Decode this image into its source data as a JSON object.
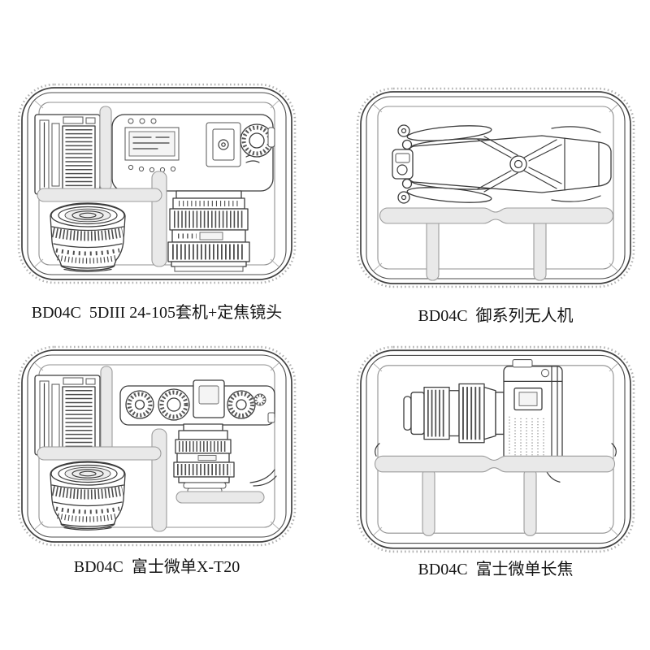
{
  "page": {
    "background": "#ffffff"
  },
  "colors": {
    "line": "#3c3c3c",
    "divider_fill": "#e9e9e9",
    "divider_stroke": "#9c9c9c",
    "stitch": "#b2b2b2",
    "caption_text": "#141414"
  },
  "products": [
    {
      "caption": "BD04C  5DIII 24-105套机+定焦镜头",
      "illustration": "padded-case-with-dslr-24-105-kit-and-prime-lens",
      "items": [
        "flash-charger-unit",
        "dslr-camera-with-24-105-lens",
        "50mm-prime-lens",
        "padded-dividers"
      ]
    },
    {
      "caption": "BD04C  御系列无人机",
      "illustration": "padded-case-with-folded-mavic-drone",
      "items": [
        "folded-drone",
        "padded-dividers"
      ]
    },
    {
      "caption": "BD04C  富士微单X-T20",
      "illustration": "padded-case-with-fuji-xt20-kit",
      "items": [
        "flash-charger-unit",
        "fuji-xt20-with-lens",
        "50mm-prime-lens",
        "padded-dividers"
      ]
    },
    {
      "caption": "BD04C  富士微单长焦",
      "illustration": "padded-case-with-telephoto-camera",
      "items": [
        "camera-with-telephoto-lens",
        "padded-dividers"
      ]
    }
  ]
}
